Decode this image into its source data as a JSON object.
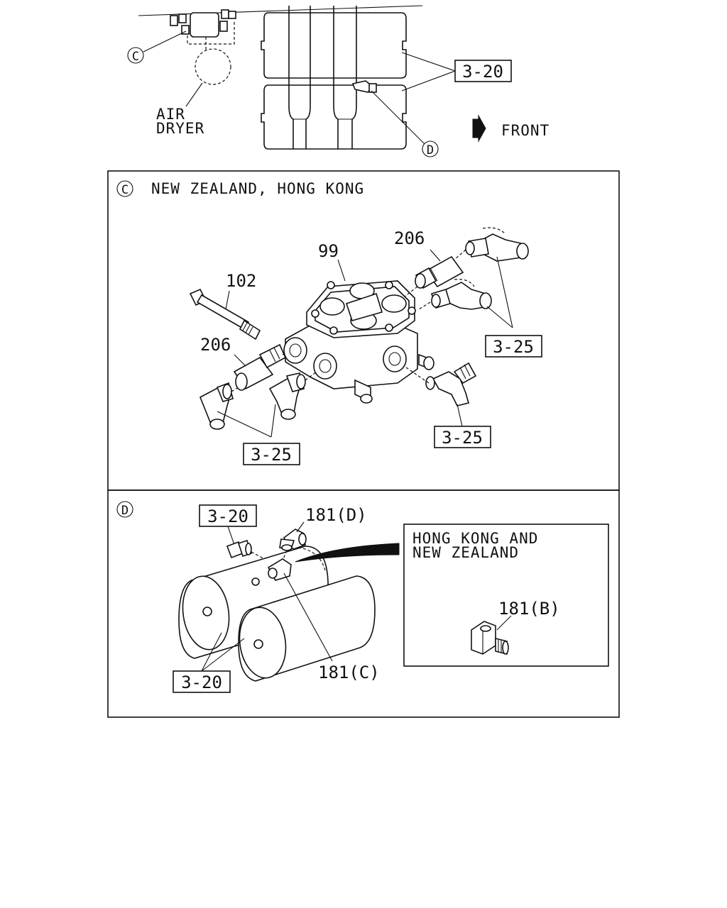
{
  "overview": {
    "circle_c": "C",
    "circle_d": "D",
    "air_dryer_line1": "AIR",
    "air_dryer_line2": "DRYER",
    "ref_tanks": "3-20",
    "front_label": "FRONT"
  },
  "panel_c": {
    "marker": "C",
    "title": "NEW ZEALAND, HONG KONG",
    "part_99": "99",
    "part_102": "102",
    "part_206_top": "206",
    "part_206_left": "206",
    "ref_top_right": "3-25",
    "ref_bottom_left": "3-25",
    "ref_bottom_right": "3-25"
  },
  "panel_d": {
    "marker": "D",
    "ref_top": "3-20",
    "ref_bottom": "3-20",
    "part_181d": "181(D)",
    "part_181c": "181(C)",
    "inset_line1": "HONG KONG AND",
    "inset_line2": "NEW ZEALAND",
    "part_181b": "181(B)"
  },
  "icons": [
    "circle-c-icon",
    "circle-d-icon",
    "front-arrow-icon"
  ]
}
